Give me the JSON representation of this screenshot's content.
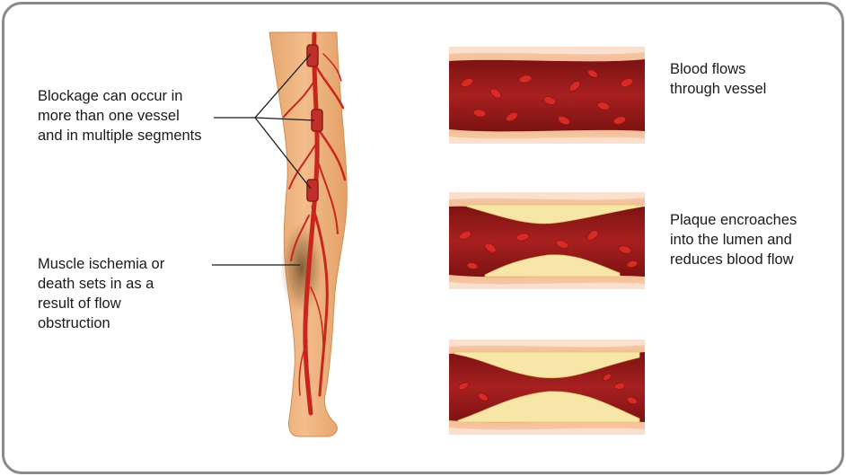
{
  "labels": {
    "blockage": [
      "Blockage can occur in",
      "more than one vessel",
      "and in multiple segments"
    ],
    "ischemia": [
      "Muscle ischemia or",
      "death sets in as a",
      "result of flow",
      "obstruction"
    ],
    "vessel1": [
      "Blood flows",
      "through vessel"
    ],
    "vessel2": [
      "Plaque encroaches",
      "into the lumen and",
      "reduces blood flow"
    ]
  },
  "colors": {
    "skin": "#f1b885",
    "skin_shadow": "#d8955c",
    "artery": "#c8261d",
    "vessel_wall": "#f3b990",
    "vessel_lumen": "#9d1a1a",
    "red_cell": "#cf2a26",
    "plaque": "#f7e6a8",
    "border": "#8a8a8a",
    "text": "#1a1a1a"
  },
  "icons": [
    "leg-illustration",
    "artery-network",
    "vessel-cross-section"
  ]
}
